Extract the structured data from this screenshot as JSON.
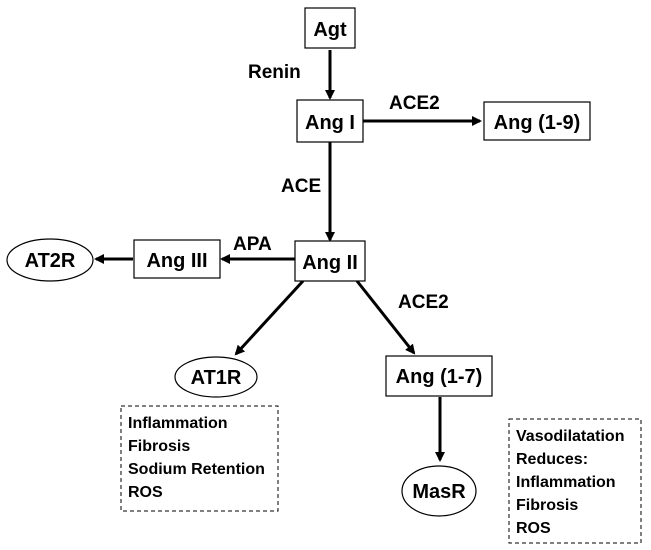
{
  "nodes": {
    "agt": "Agt",
    "ang1": "Ang I",
    "ang19": "Ang (1-9)",
    "ang2": "Ang II",
    "ang3": "Ang III",
    "at2r": "AT2R",
    "at1r": "AT1R",
    "ang17": "Ang (1-7)",
    "masr": "MasR"
  },
  "enzymes": {
    "renin": "Renin",
    "ace2_top": "ACE2",
    "ace": "ACE",
    "apa": "APA",
    "ace2_bottom": "ACE2"
  },
  "at1r_effects": [
    "Inflammation",
    "Fibrosis",
    "Sodium Retention",
    "ROS"
  ],
  "masr_effects": [
    "Vasodilatation",
    "Reduces:",
    "Inflammation",
    "Fibrosis",
    "ROS"
  ]
}
